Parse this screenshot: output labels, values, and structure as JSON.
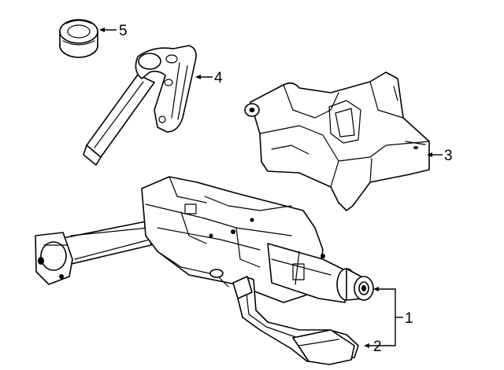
{
  "callouts": [
    {
      "id": "1",
      "label": "1"
    },
    {
      "id": "2",
      "label": "2"
    },
    {
      "id": "3",
      "label": "3"
    },
    {
      "id": "4",
      "label": "4"
    },
    {
      "id": "5",
      "label": "5"
    }
  ],
  "colors": {
    "ink": "#000000",
    "paper": "#ffffff"
  }
}
